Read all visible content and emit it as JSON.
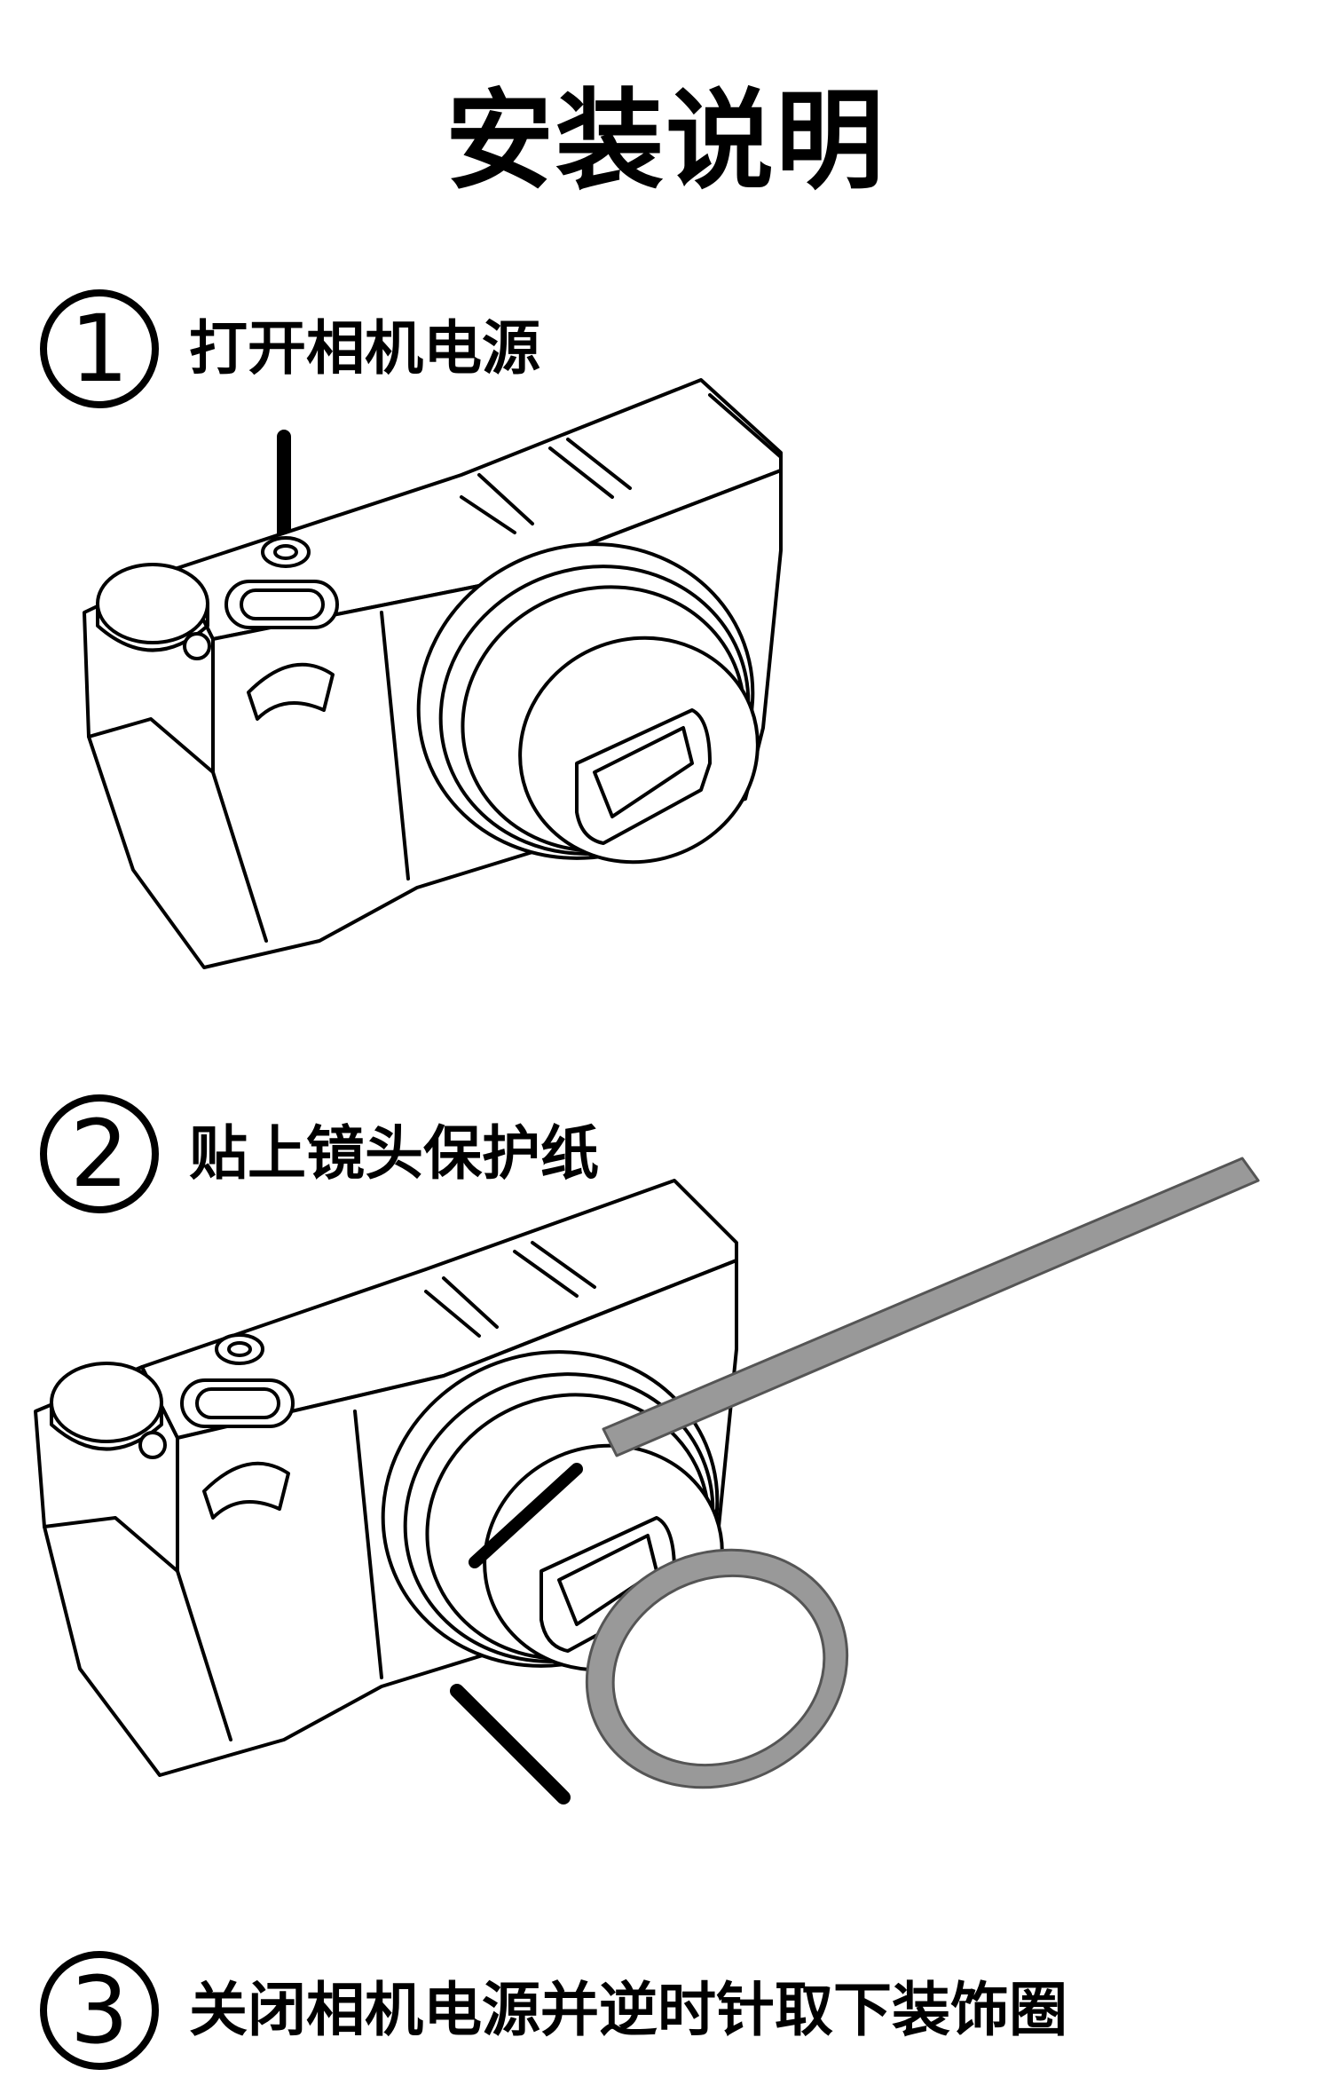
{
  "page": {
    "title": "安装说明"
  },
  "steps": [
    {
      "number": "1",
      "text": "打开相机电源"
    },
    {
      "number": "2",
      "text": "贴上镜头保护纸"
    },
    {
      "number": "3",
      "text": "关闭相机电源并逆时针取下装饰圈"
    }
  ],
  "colors": {
    "ink": "#000000",
    "paper": "#ffffff",
    "protective_film": "#999999"
  }
}
